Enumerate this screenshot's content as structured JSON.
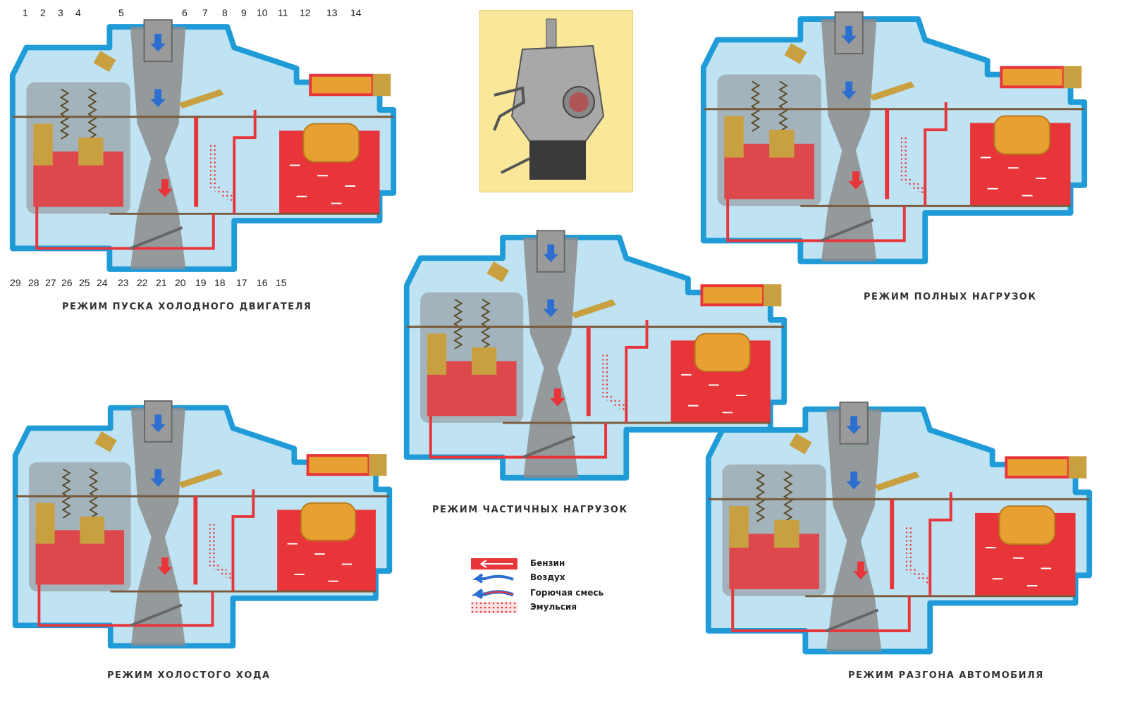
{
  "colors": {
    "body_blue": "#bfe3f3",
    "outline_blue": "#1f9bd7",
    "fuel_red": "#e7353a",
    "metal_grey": "#8c8c8c",
    "float_orange": "#e8a033",
    "brass": "#c8a040",
    "photo_bg": "#f9e79a"
  },
  "numbers_top": [
    "1",
    "2",
    "3",
    "4",
    "5",
    "6",
    "7",
    "8",
    "9",
    "10",
    "11",
    "12",
    "13",
    "14"
  ],
  "numbers_bottom": [
    "29",
    "28",
    "27",
    "26",
    "25",
    "24",
    "23",
    "22",
    "21",
    "20",
    "19",
    "18",
    "17",
    "16",
    "15"
  ],
  "captions": {
    "cold_start": "РЕЖИМ ПУСКА ХОЛОДНОГО ДВИГАТЕЛЯ",
    "full_load": "РЕЖИМ ПОЛНЫХ НАГРУЗОК",
    "partial_load": "РЕЖИМ ЧАСТИЧНЫХ НАГРУЗОК",
    "idle": "РЕЖИМ ХОЛОСТОГО ХОДА",
    "acceleration": "РЕЖИМ РАЗГОНА АВТОМОБИЛЯ"
  },
  "legend": [
    {
      "label": "Бензин",
      "icon": "red-arrow-fuel"
    },
    {
      "label": "Воздух",
      "icon": "blue-arrow-air"
    },
    {
      "label": "Горючая смесь",
      "icon": "blue-red-arrow-mixture"
    },
    {
      "label": "Эмульсия",
      "icon": "dotted-emulsion"
    }
  ]
}
